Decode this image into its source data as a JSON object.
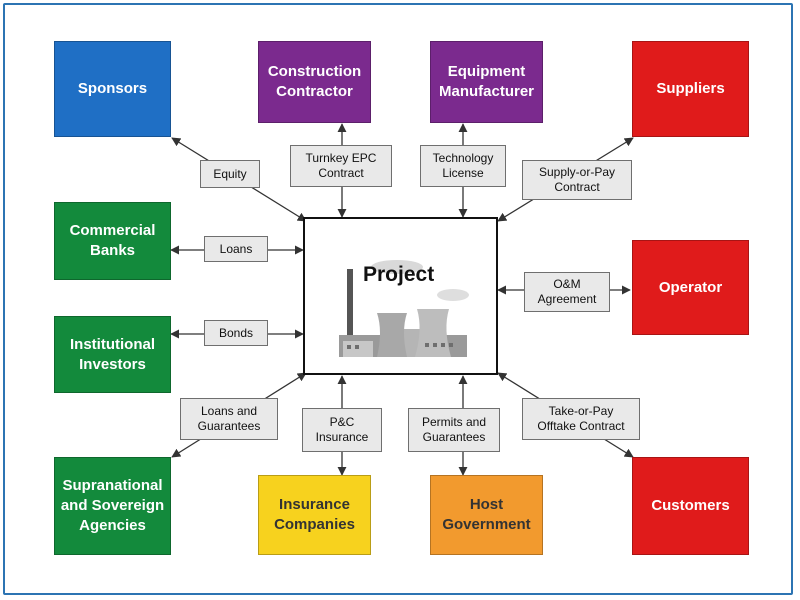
{
  "colors": {
    "frame": "#2c74b3",
    "blue": "#1f6fc5",
    "purple": "#7b2a8e",
    "red": "#e01b1b",
    "green": "#138a3c",
    "yellow": "#f7d21e",
    "orange": "#f29a2e",
    "label_bg": "#e9e9e9",
    "arrow": "#333333"
  },
  "project": {
    "title": "Project"
  },
  "parties": {
    "sponsors": "Sponsors",
    "construction_contractor": "Construction\nContractor",
    "equipment_manufacturer": "Equipment\nManufacturer",
    "suppliers": "Suppliers",
    "commercial_banks": "Commercial\nBanks",
    "operator": "Operator",
    "institutional_investors": "Institutional\nInvestors",
    "supranational_agencies": "Supranational\nand Sovereign\nAgencies",
    "insurance_companies": "Insurance\nCompanies",
    "host_government": "Host\nGovernment",
    "customers": "Customers"
  },
  "agreements": {
    "equity": "Equity",
    "turnkey_epc": "Turnkey EPC\nContract",
    "technology_license": "Technology\nLicense",
    "supply_or_pay": "Supply-or-Pay\nContract",
    "loans": "Loans",
    "om_agreement": "O&M\nAgreement",
    "bonds": "Bonds",
    "loans_guarantees": "Loans and\nGuarantees",
    "pc_insurance": "P&C\nInsurance",
    "permits_guarantees": "Permits and\nGuarantees",
    "take_or_pay": "Take-or-Pay\nOfftake Contract"
  }
}
